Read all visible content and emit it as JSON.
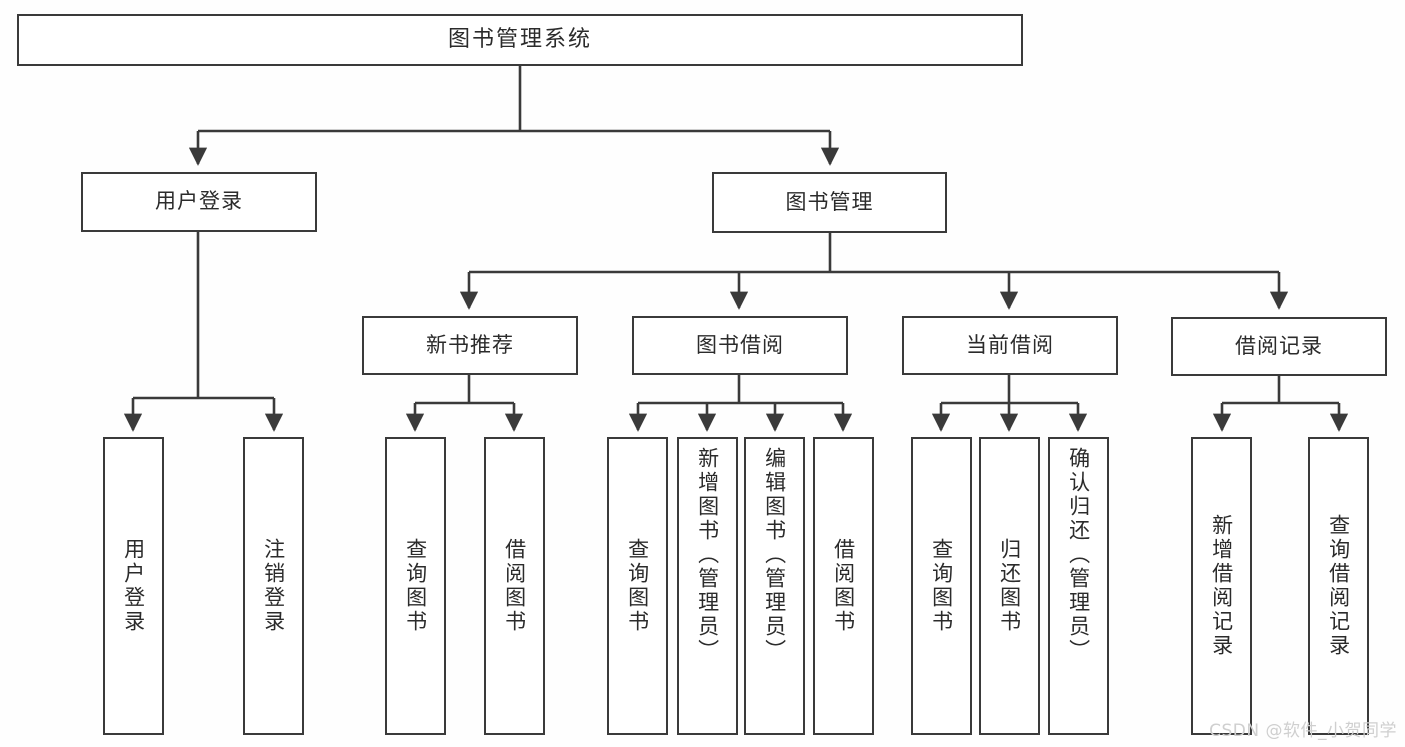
{
  "diagram": {
    "type": "tree-hierarchy-chart",
    "title_text": "图书管理系统",
    "stroke_color": "#3a3a3a",
    "fill_color": "#ffffff",
    "text_color": "#2b2b2b",
    "watermark": "CSDN @软件_小贺同学",
    "watermark_color": "#cfcfcf"
  },
  "nodes": {
    "root": {
      "label": "图书管理系统",
      "level": 1
    },
    "level2": [
      {
        "id": "user-login",
        "label": "用户登录"
      },
      {
        "id": "book-manage",
        "label": "图书管理"
      }
    ],
    "level3": [
      {
        "id": "new-book-recommend",
        "label": "新书推荐"
      },
      {
        "id": "book-borrow",
        "label": "图书借阅"
      },
      {
        "id": "current-borrow",
        "label": "当前借阅"
      },
      {
        "id": "borrow-record",
        "label": "借阅记录"
      }
    ],
    "leaves": {
      "user_login": [
        {
          "id": "leaf-user-login",
          "label": "用户登录"
        },
        {
          "id": "leaf-logout-login",
          "label": "注销登录"
        }
      ],
      "new_book_recommend": [
        {
          "id": "leaf-query-book-1",
          "label": "查询图书"
        },
        {
          "id": "leaf-borrow-book-1",
          "label": "借阅图书"
        }
      ],
      "book_borrow": [
        {
          "id": "leaf-query-book-2",
          "label": "查询图书"
        },
        {
          "id": "leaf-add-book",
          "label": "新增图书（管理员）"
        },
        {
          "id": "leaf-edit-book",
          "label": "编辑图书（管理员）"
        },
        {
          "id": "leaf-borrow-book-2",
          "label": "借阅图书"
        }
      ],
      "current_borrow": [
        {
          "id": "leaf-query-book-3",
          "label": "查询图书"
        },
        {
          "id": "leaf-return-book",
          "label": "归还图书"
        },
        {
          "id": "leaf-confirm-return",
          "label": "确认归还（管理员）"
        }
      ],
      "borrow_record": [
        {
          "id": "leaf-add-record",
          "label": "新增借阅记录"
        },
        {
          "id": "leaf-query-record",
          "label": "查询借阅记录"
        }
      ]
    }
  }
}
